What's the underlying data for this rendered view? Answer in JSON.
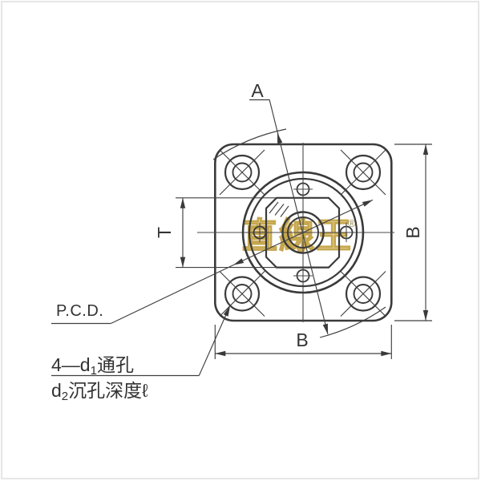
{
  "drawing": {
    "type": "flange-front-view-technical-drawing",
    "labels": {
      "dim_a": "A",
      "dim_b_right": "B",
      "dim_b_bottom": "B",
      "dim_t": "T",
      "pcd": "P.C.D."
    },
    "callout": {
      "line1_prefix": "4—d",
      "line1_sub": "1",
      "line1_suffix": "通孔",
      "line2_prefix": "d",
      "line2_sub": "2",
      "line2_suffix": "沉孔深度ℓ"
    },
    "watermark": {
      "text": "直線王",
      "registered": "®",
      "fill": "#f6eabc",
      "stroke": "#bd9830"
    },
    "colors": {
      "line": "#3a3a3a",
      "centerline": "#4a4a4a",
      "background": "#ffffff",
      "border": "#cccccc"
    }
  }
}
